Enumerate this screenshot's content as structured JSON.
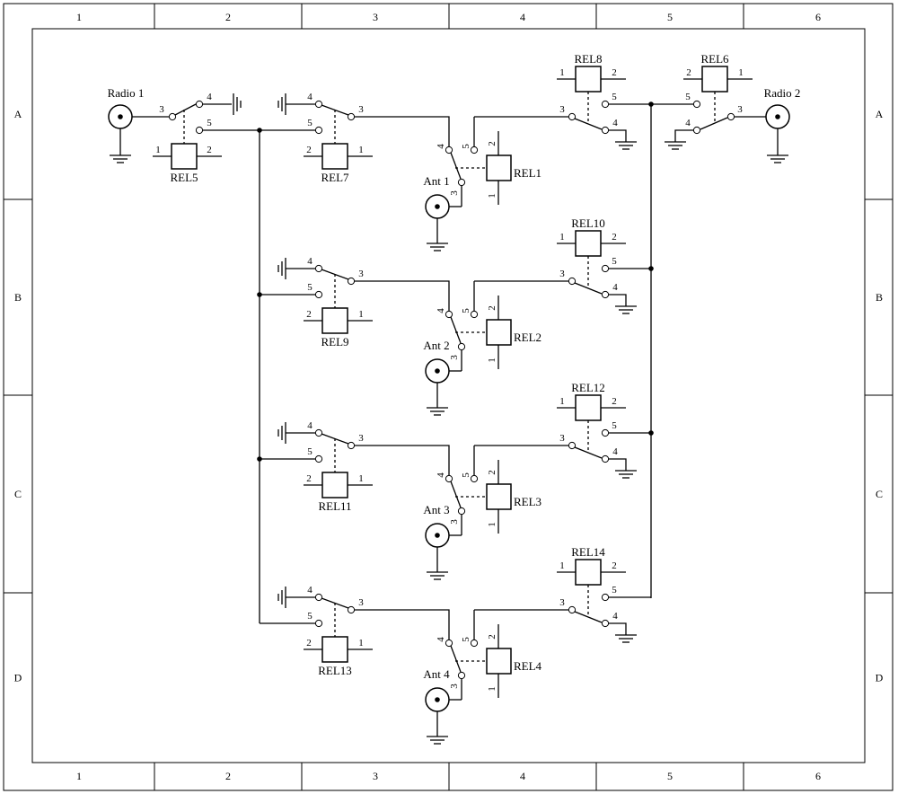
{
  "frame": {
    "columns": [
      "1",
      "2",
      "3",
      "4",
      "5",
      "6"
    ],
    "rows": [
      "A",
      "B",
      "C",
      "D"
    ]
  },
  "ports": {
    "radio1": "Radio 1",
    "radio2": "Radio 2",
    "antennas": [
      "Ant 1",
      "Ant 2",
      "Ant 3",
      "Ant 4"
    ]
  },
  "relays": {
    "rel5": "REL5",
    "rel6": "REL6",
    "rel8": "REL8",
    "bottom_select": [
      "REL7",
      "REL9",
      "REL11",
      "REL13"
    ],
    "antenna_select": [
      "REL1",
      "REL2",
      "REL3",
      "REL4"
    ],
    "top_select": [
      "REL10",
      "REL12",
      "REL14"
    ]
  },
  "pins": {
    "p1": "1",
    "p2": "2",
    "p3": "3",
    "p4": "4",
    "p5": "5"
  }
}
